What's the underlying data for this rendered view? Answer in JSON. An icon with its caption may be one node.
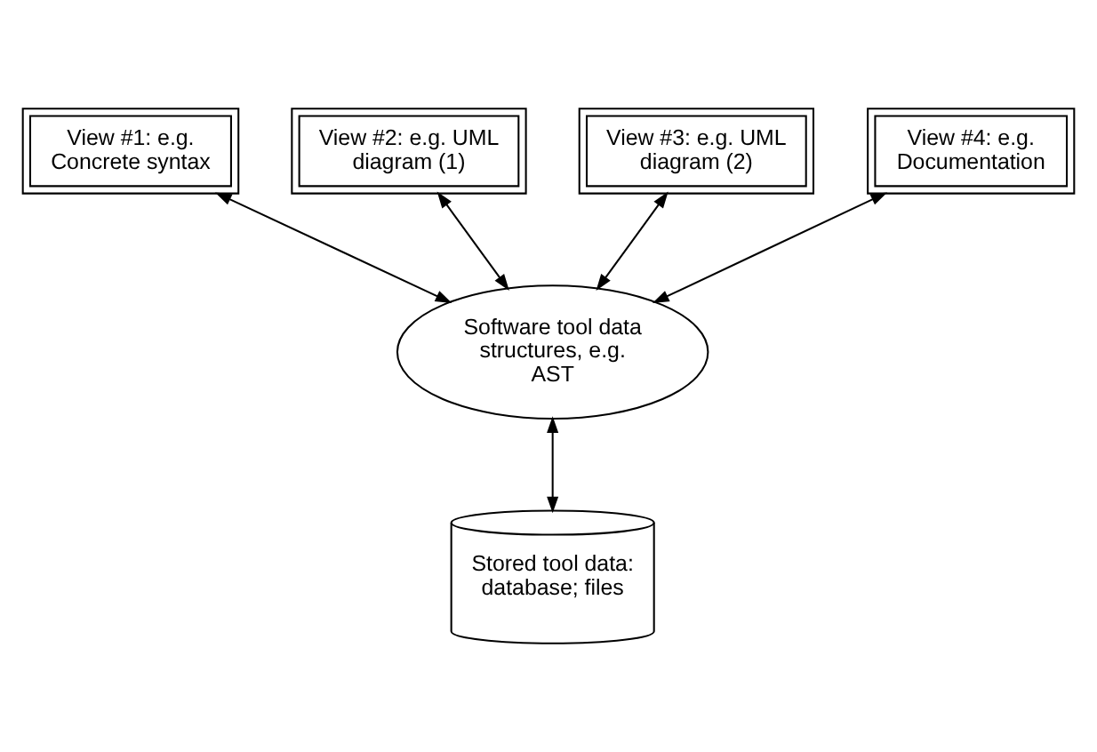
{
  "diagram": {
    "nodes": [
      {
        "text": [
          "View #2: e.g. UML diagram (1)"
        ]
      },
      {
        "text": [
          "View #3: e.g. UML diagram (2)"
        ]
      },
      {
        "text": [
          "View #1: e.g. Concrete syntax"
        ]
      },
      {
        "text": [
          "View #4: e.g. Documentation"
        ]
      },
      {
        "text": [
          "Software tool data structures, e.g. AST"
        ]
      },
      {
        "text": [
          "Stored tool data: database; files"
        ]
      }
    ],
    "edges": [
      {
        "from": 0,
        "to": 4,
        "arrow": "both"
      },
      {
        "from": 1,
        "to": 4,
        "arrow": "both"
      },
      {
        "from": 2,
        "to": 4,
        "arrow": "both"
      },
      {
        "from": 3,
        "to": 4,
        "arrow": "both"
      },
      {
        "from": 4,
        "to": 5,
        "arrow": "both"
      }
    ]
  }
}
